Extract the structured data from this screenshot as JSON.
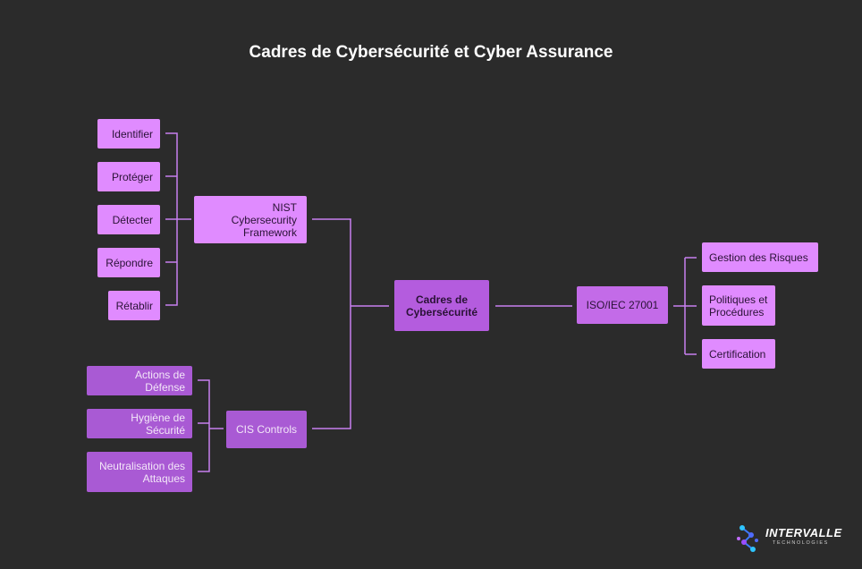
{
  "title": "Cadres de Cybersécurité et Cyber Assurance",
  "colors": {
    "background": "#2b2b2b",
    "connector": "#c77ff0",
    "node_light": "#e08bff",
    "node_mid": "#a95ad4",
    "node_center": "#b45cde"
  },
  "nodes": {
    "center": "Cadres de Cybersécurité",
    "nist": "NIST Cybersecurity Framework",
    "nist_functions": [
      "Identifier",
      "Protéger",
      "Détecter",
      "Répondre",
      "Rétablir"
    ],
    "cis": "CIS Controls",
    "cis_items": [
      "Actions de Défense",
      "Hygiène de Sécurité",
      "Neutralisation des Attaques"
    ],
    "iso": "ISO/IEC 27001",
    "iso_items": [
      "Gestion des Risques",
      "Politiques et Procédures",
      "Certification"
    ]
  },
  "logo": {
    "name": "INTERVALLE",
    "tagline": "TECHNOLOGIES"
  }
}
